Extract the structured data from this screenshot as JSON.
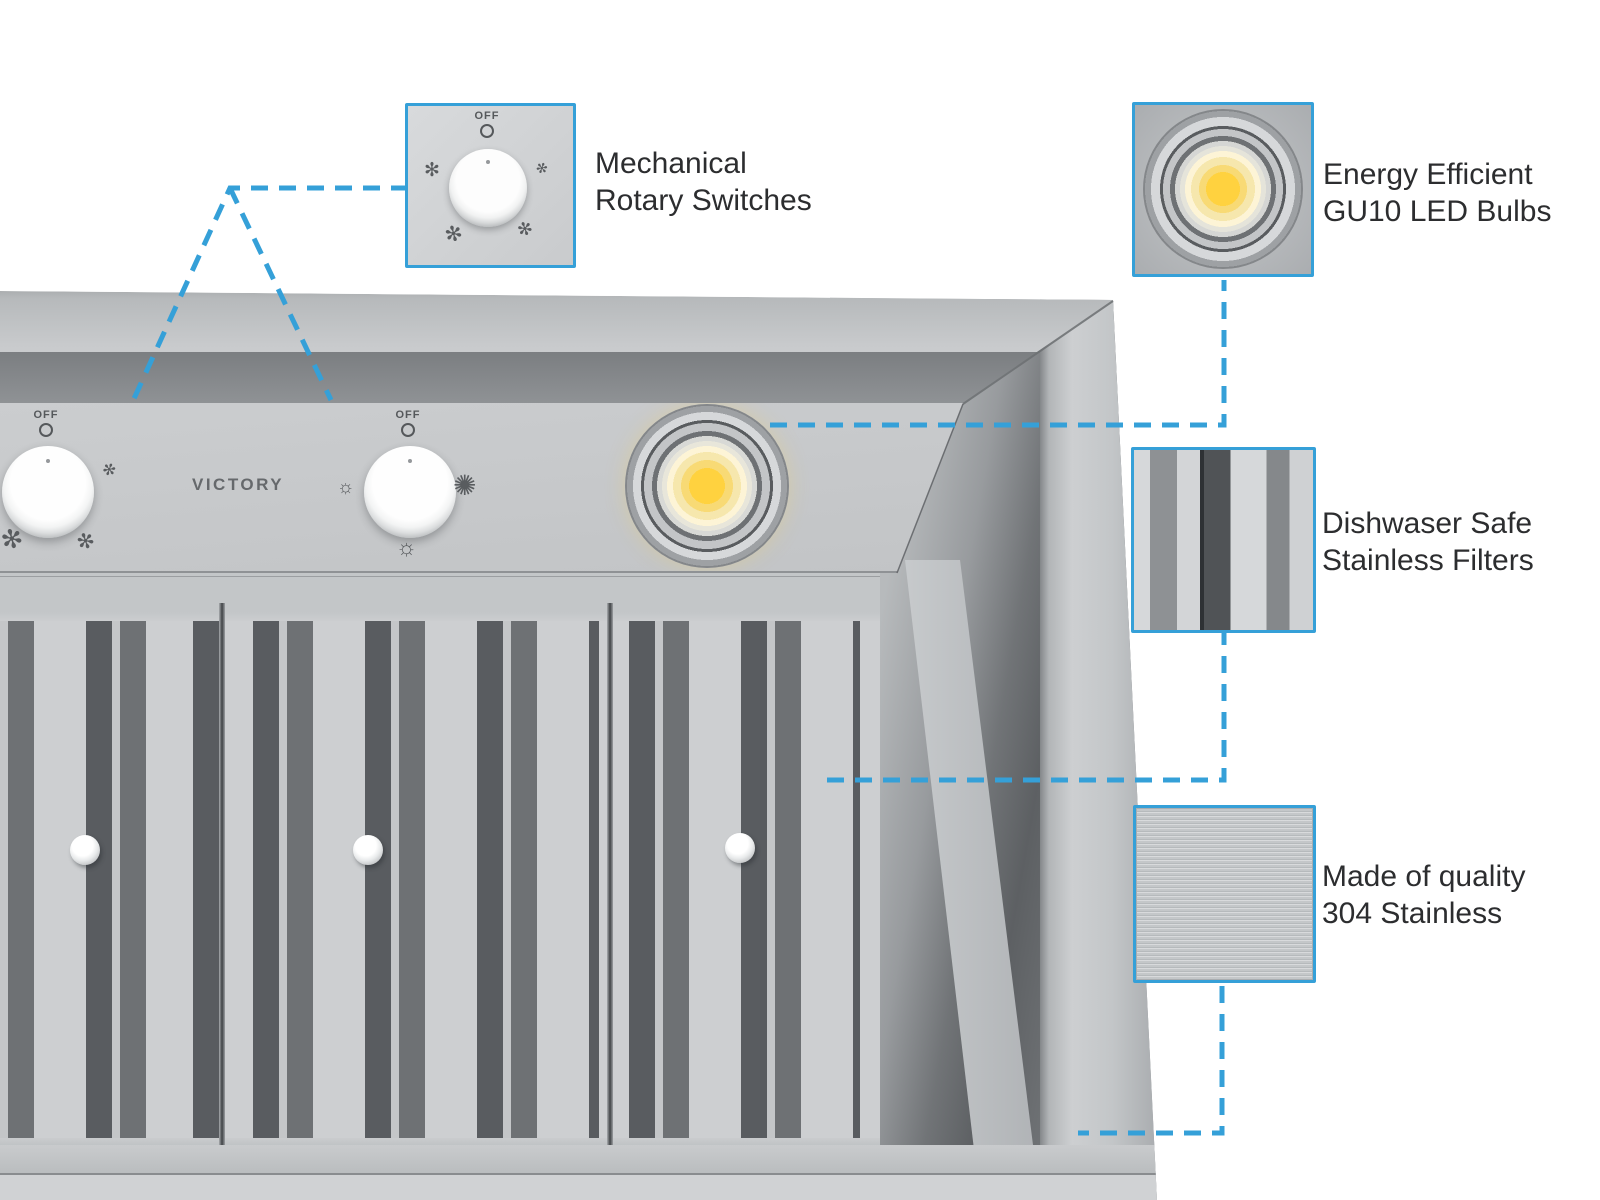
{
  "palette": {
    "accent": "#35a0d8",
    "label_text": "#2c2d2f",
    "brand_text": "#66696c",
    "led_yellow": "#ffd23f",
    "steel_light": "#c6c8ca",
    "steel_dark": "#84878a"
  },
  "brand": {
    "name": "VICTORY"
  },
  "callouts": {
    "rotary": {
      "line1": "Mechanical",
      "line2": "Rotary Switches",
      "inset": {
        "off_label": "OFF"
      }
    },
    "led": {
      "line1": "Energy Efficient",
      "line2": "GU10 LED Bulbs"
    },
    "filters": {
      "line1": "Dishwaser Safe",
      "line2": "Stainless Filters"
    },
    "steel": {
      "line1": "Made of quality",
      "line2": "304 Stainless"
    }
  },
  "hood_controls": {
    "fan_knob_off_label": "OFF",
    "light_knob_off_label": "OFF"
  },
  "glyphs": {
    "fan": "✻",
    "bulb_dim": "☼",
    "bulb_mid": "☼",
    "bulb_bright": "✺"
  }
}
